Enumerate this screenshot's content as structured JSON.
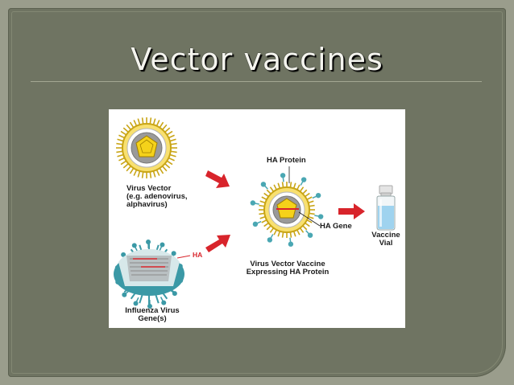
{
  "slide": {
    "title": "Vector vaccines"
  },
  "diagram": {
    "virus_vector_label_1": "Virus Vector",
    "virus_vector_label_2": "(e.g. adenovirus,",
    "virus_vector_label_3": "alphavirus)",
    "influenza_label_1": "Influenza Virus",
    "influenza_label_2": "Gene(s)",
    "ha_tag": "HA",
    "ha_protein_label": "HA Protein",
    "ha_gene_label": "HA Gene",
    "vaccine_label_1": "Virus Vector Vaccine",
    "vaccine_label_2": "Expressing HA Protein",
    "vial_label_1": "Vaccine",
    "vial_label_2": "Vial"
  },
  "colors": {
    "slide_bg": "#6f7462",
    "title_text": "#f4f4ee",
    "arrow_red": "#d8242b",
    "capsid_yellow": "#f2d21f",
    "teal": "#4aa7b3"
  }
}
